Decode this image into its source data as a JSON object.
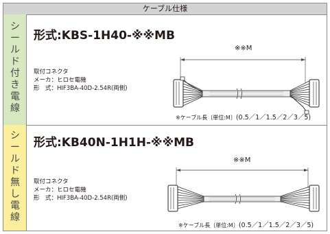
{
  "header": {
    "title": "ケーブル仕様"
  },
  "sections": [
    {
      "side_label": [
        "シ",
        "ー",
        "ル",
        "ド",
        "付",
        "き",
        "電",
        "線"
      ],
      "model": "形式:KBS-1H40-※※MB",
      "connector": {
        "title": "取付コネクタ",
        "maker": "メーカ：ヒロセ電機",
        "type": "形　式：HIF3BA-40D-2.54R(両側)"
      },
      "dimension_label": "※※M",
      "note_prefix": "※ケーブル長〔単位:M〕",
      "note_values": "(0.5／1／1.5／2／3／5)",
      "background": "#d7e8c0"
    },
    {
      "side_label": [
        "シ",
        "ー",
        "ル",
        "ド",
        "無",
        "し",
        "電",
        "線"
      ],
      "model": "形式:KB40N-1H1H-※※MB",
      "connector": {
        "title": "取付コネクタ",
        "maker": "メーカ：ヒロセ電機",
        "type": "形　式：HIF3BA-40D-2.54R(両側)"
      },
      "dimension_label": "※※M",
      "note_prefix": "※ケーブル長〔単位:M〕",
      "note_values": "(0.5／1／1.5／2／3／5)",
      "background": "#fbee9c"
    }
  ]
}
